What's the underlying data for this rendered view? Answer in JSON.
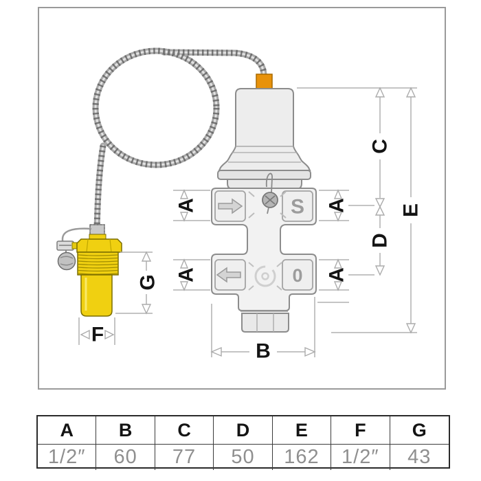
{
  "diagram": {
    "labels": {
      "A": "A",
      "B": "B",
      "C": "C",
      "D": "D",
      "E": "E",
      "F": "F",
      "G": "G"
    },
    "port_markings": {
      "supply": "S",
      "zero": "0"
    },
    "colors": {
      "probe_brass": "#f0d011",
      "capillary_connector_orange": "#e8920b",
      "tube_gray": "#a8a8a8"
    }
  },
  "table": {
    "headers": [
      "A",
      "B",
      "C",
      "D",
      "E",
      "F",
      "G"
    ],
    "values": [
      "1/2″",
      "60",
      "77",
      "50",
      "162",
      "1/2″",
      "43"
    ]
  }
}
